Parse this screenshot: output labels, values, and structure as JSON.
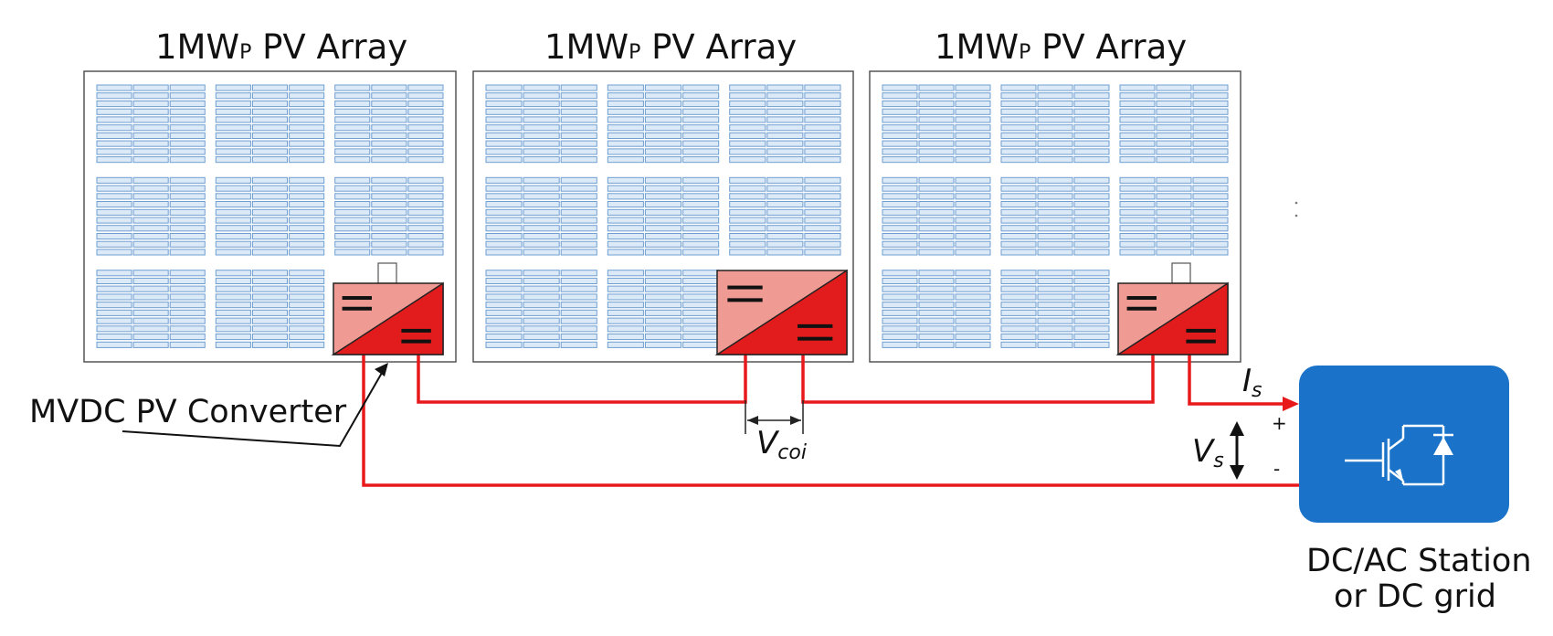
{
  "arrays": [
    {
      "title_main": "1MW",
      "title_sub": "P",
      "title_rest": " PV Array"
    },
    {
      "title_main": "1MW",
      "title_sub": "P",
      "title_rest": " PV Array"
    },
    {
      "title_main": "1MW",
      "title_sub": "P",
      "title_rest": " PV Array"
    }
  ],
  "labels": {
    "converter": "MVDC PV Converter",
    "current_main": "I",
    "current_sub": "s",
    "voltage_main": "V",
    "voltage_sub": "s",
    "vcoi_main": "V",
    "vcoi_sub": "coi",
    "plus": "+",
    "minus": "-",
    "station_line1": "DC/AC Station",
    "station_line2": "or DC grid"
  },
  "colors": {
    "wire": "#e8191b",
    "panel_fill": "#dce9f7",
    "panel_stroke": "#6f9ed1",
    "converter_light": "#ef9a93",
    "converter_dark": "#e21c1c",
    "station": "#1a73c8",
    "array_border": "#555555"
  },
  "icons": {
    "converter": "dc-dc-converter-icon",
    "station": "igbt-diode-icon"
  }
}
